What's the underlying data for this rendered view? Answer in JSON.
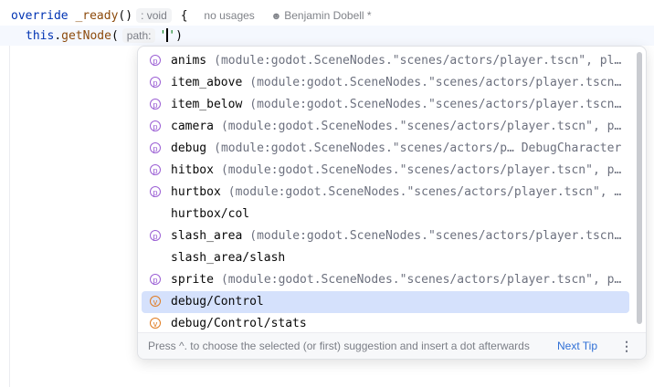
{
  "editor": {
    "line1": {
      "keyword": "override",
      "method": "_ready",
      "parens": "()",
      "return_hint": ": void",
      "brace": "{",
      "usages": "no usages",
      "author": "Benjamin Dobell *"
    },
    "line2": {
      "this": "this",
      "dot": ".",
      "method": "getNode",
      "open_paren": "(",
      "param_hint": "path:",
      "quote_open": "'",
      "quote_close": "'",
      "close_paren": ")"
    }
  },
  "completion": {
    "items": [
      {
        "icon": "p",
        "name": "anims",
        "detail": "(module:godot.SceneNodes.\"scenes/actors/player.tscn\", pl…",
        "tail": "",
        "selected": false
      },
      {
        "icon": "p",
        "name": "item_above",
        "detail": "(module:godot.SceneNodes.\"scenes/actors/player.tscn…",
        "tail": "",
        "selected": false
      },
      {
        "icon": "p",
        "name": "item_below",
        "detail": "(module:godot.SceneNodes.\"scenes/actors/player.tscn…",
        "tail": "",
        "selected": false
      },
      {
        "icon": "p",
        "name": "camera",
        "detail": "(module:godot.SceneNodes.\"scenes/actors/player.tscn\", p…",
        "tail": "",
        "selected": false
      },
      {
        "icon": "p",
        "name": "debug",
        "detail": "(module:godot.SceneNodes.\"scenes/actors/p…",
        "tail": " DebugCharacter",
        "selected": false
      },
      {
        "icon": "p",
        "name": "hitbox",
        "detail": "(module:godot.SceneNodes.\"scenes/actors/player.tscn\", p…",
        "tail": "",
        "selected": false
      },
      {
        "icon": "p",
        "name": "hurtbox",
        "detail": "(module:godot.SceneNodes.\"scenes/actors/player.tscn\", …",
        "tail": "",
        "selected": false
      },
      {
        "icon": "",
        "name": "hurtbox/col",
        "detail": "",
        "tail": "",
        "selected": false
      },
      {
        "icon": "p",
        "name": "slash_area",
        "detail": "(module:godot.SceneNodes.\"scenes/actors/player.tscn…",
        "tail": "",
        "selected": false
      },
      {
        "icon": "",
        "name": "slash_area/slash",
        "detail": "",
        "tail": "",
        "selected": false
      },
      {
        "icon": "p",
        "name": "sprite",
        "detail": "(module:godot.SceneNodes.\"scenes/actors/player.tscn\", p…",
        "tail": "",
        "selected": false
      },
      {
        "icon": "v",
        "name": "debug/Control",
        "detail": "",
        "tail": "",
        "selected": true
      },
      {
        "icon": "v",
        "name": "debug/Control/stats",
        "detail": "",
        "tail": "",
        "selected": false
      }
    ],
    "footer": {
      "tip": "Press ^. to choose the selected (or first) suggestion and insert a dot afterwards",
      "next_tip": "Next Tip",
      "more": "⋮"
    }
  },
  "colors": {
    "selection": "#d5e1fc",
    "property_icon": "#9b5fd4",
    "variable_icon": "#e07b21",
    "link": "#2f6fd6"
  }
}
